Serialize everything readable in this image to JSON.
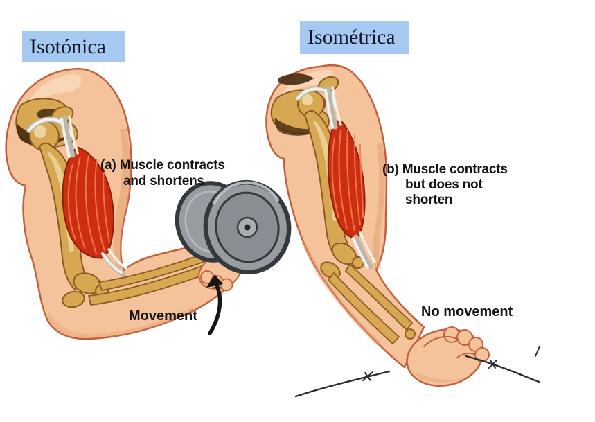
{
  "panels": {
    "isotonic": {
      "title": "Isotónica",
      "caption_lines": [
        "(a) Muscle contracts",
        "and shortens"
      ],
      "movement_label": "Movement"
    },
    "isometric": {
      "title": "Isométrica",
      "caption_lines": [
        "(b) Muscle contracts",
        "but does not",
        "shorten"
      ],
      "movement_label": "No movement"
    }
  },
  "icons": {
    "movement_arrow": "curved-up-arrow-icon"
  },
  "colors": {
    "label_bg": "#a5c9f1",
    "caption_text": "#141414",
    "title_text": "#14142a",
    "skin": "#f4c39c",
    "skin_shadow": "#e39a6e",
    "skin_outline": "#c2603a",
    "bone": "#d8a752",
    "bone_light": "#eed9a4",
    "bone_outline": "#8a5a22",
    "muscle": "#cd2e12",
    "muscle_light": "#f08050",
    "tendon": "#f2f1ec",
    "dumbbell_face": "#969ca2",
    "dumbbell_rim": "#35393e",
    "wire": "#2b2b2b"
  }
}
